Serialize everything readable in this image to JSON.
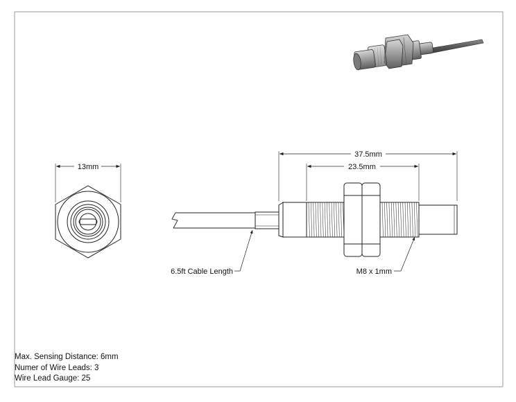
{
  "dimensions": {
    "width_end_view": "13mm",
    "overall_length": "37.5mm",
    "thread_length": "23.5mm",
    "cable_length": "6.5ft Cable Length",
    "thread_spec": "M8 x 1mm"
  },
  "notes": [
    "Max. Sensing Distance: 6mm",
    "Numer of Wire Leads: 3",
    "Wire Lead Gauge: 25"
  ],
  "colors": {
    "line": "#222222",
    "border": "#9a9a9a",
    "metal_light": "#b9b9b9",
    "metal_dark": "#6e6e6e"
  }
}
